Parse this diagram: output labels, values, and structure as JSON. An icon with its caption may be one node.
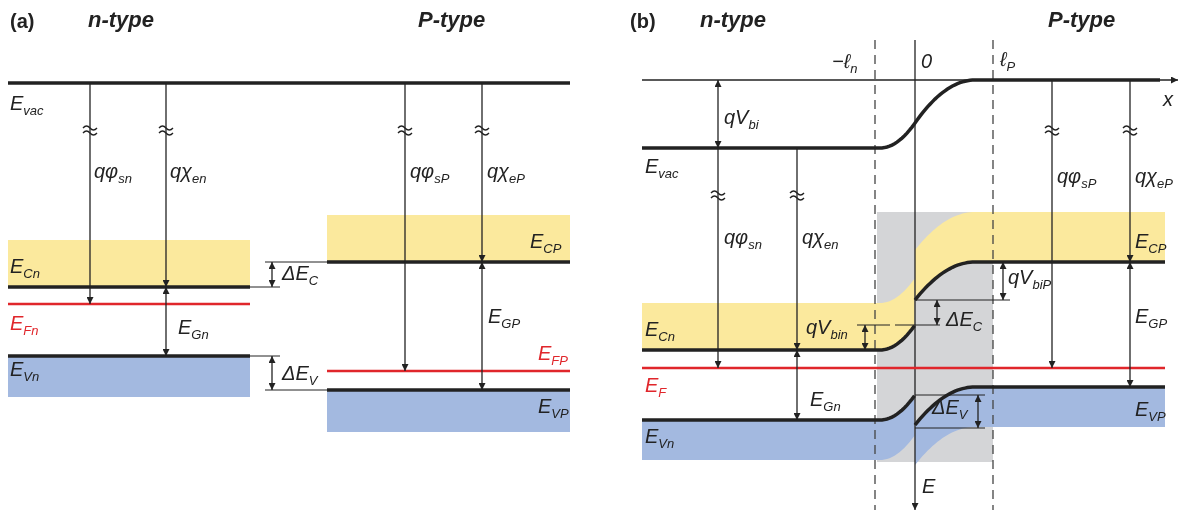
{
  "diagram": {
    "labels": [
      "(a)",
      "n-type",
      "P-type",
      "E$_{vac}$",
      "qφ$_{sn}$",
      "qχ$_{en}$",
      "qφ$_{sP}$",
      "qχ$_{eP}$",
      "E$_{CP}$",
      "E$_{Cn}$",
      "ΔE$_{C}$",
      "E$_{Fn}$",
      "E$_{Gn}$",
      "E$_{GP}$",
      "E$_{FP}$",
      "E$_{Vn}$",
      "ΔE$_{V}$",
      "E$_{VP}$",
      "(b)",
      "n-type",
      "P-type",
      "−ℓ$_{n}$",
      "0",
      "ℓ$_{P}$",
      "x",
      "qV$_{bi}$",
      "E$_{vac}$",
      "qφ$_{sP}$",
      "qχ$_{eP}$",
      "qφ$_{sn}$",
      "qχ$_{en}$",
      "E$_{CP}$",
      "qV$_{biP}$",
      "E$_{Cn}$",
      "qV$_{bin}$",
      "ΔE$_{C}$",
      "E$_{GP}$",
      "E$_{F}$",
      "E$_{Gn}$",
      "ΔE$_{V}$",
      "E$_{VP}$",
      "E$_{Vn}$",
      "E"
    ]
  }
}
